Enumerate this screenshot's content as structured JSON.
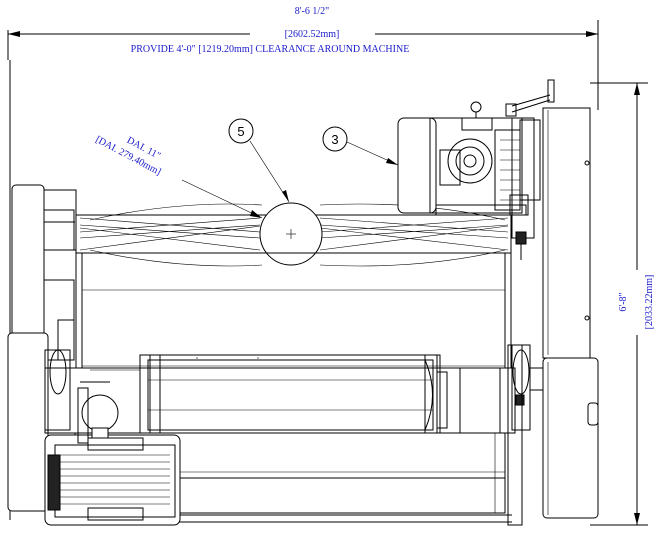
{
  "dimensions": {
    "width_imperial": "8'-6 1/2\"",
    "width_metric": "[2602.52mm]",
    "clearance_note": "PROVIDE 4'-0\" [1219.20mm] CLEARANCE AROUND MACHINE",
    "height_imperial": "6'-8\"",
    "height_metric": "[2033.22mm]",
    "pulley_dia_imperial": "DAI. 11\"",
    "pulley_dia_metric": "[DAI. 279.40mm]"
  },
  "callouts": {
    "pulley": "5",
    "motor": "3"
  },
  "colors": {
    "dimension_text": "#1a1acc",
    "linework": "#000000"
  }
}
